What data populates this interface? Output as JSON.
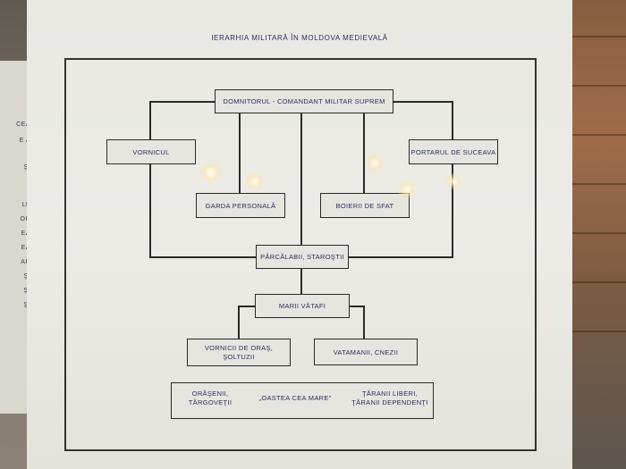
{
  "title": "IERARHIA MILITARĂ ÎN MOLDOVA MEDIEVALĂ",
  "side_panel_fragments": [
    "CEA",
    "E A",
    "ŞI",
    "LE",
    "OR",
    "EA",
    "EA",
    "AR",
    "ŞI",
    "ŞI",
    "ŞI"
  ],
  "nodes": {
    "domnitorul": "DOMNITORUL - COMANDANT MILITAR SUPREM",
    "vornicul": "VORNICUL",
    "portarul": "PORTARUL DE SUCEAVA",
    "garda": "GARDA PERSONALĂ",
    "boierii": "BOIERII DE SFAT",
    "parcalabii": "PÂRCĂLABII, STAROŞTII",
    "vatafi": "MARII VĂTAFI",
    "vornicii_oras": "VORNICII DE ORAŞ,\nŞOLTUZII",
    "vatamanii": "VATAMANII, CNEZII",
    "orasenii": "ORĂŞENII,\nTÂRGOVEŢII",
    "oastea": "„OASTEA CEA MARE”",
    "taranii": "ŢĂRANII LIBERI,\nŢĂRANII DEPENDENŢI"
  }
}
